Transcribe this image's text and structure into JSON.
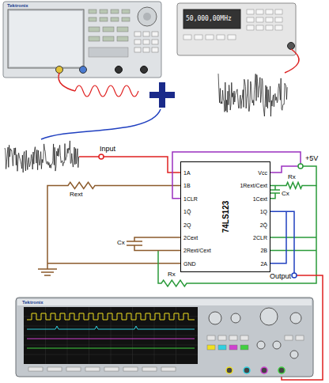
{
  "diagram": {
    "nodes": [
      {
        "text": [
          "1A",
          "1B",
          "1CLR",
          "1Q̄",
          "2Q",
          "2Cext",
          "2Rext/Cext",
          "GND",
          "74LS123",
          "Vcc",
          "1Rext/Cext",
          "1Cext",
          "1Q",
          "2Q̄",
          "2CLR",
          "2B",
          "2A"
        ]
      }
    ],
    "labels": [
      "Tektronix",
      "50,000,00MHz",
      "Input",
      "Rext",
      "+5V",
      "Rx",
      "Cx",
      "Cx",
      "Output",
      "Rx",
      "Tektronix"
    ]
  }
}
